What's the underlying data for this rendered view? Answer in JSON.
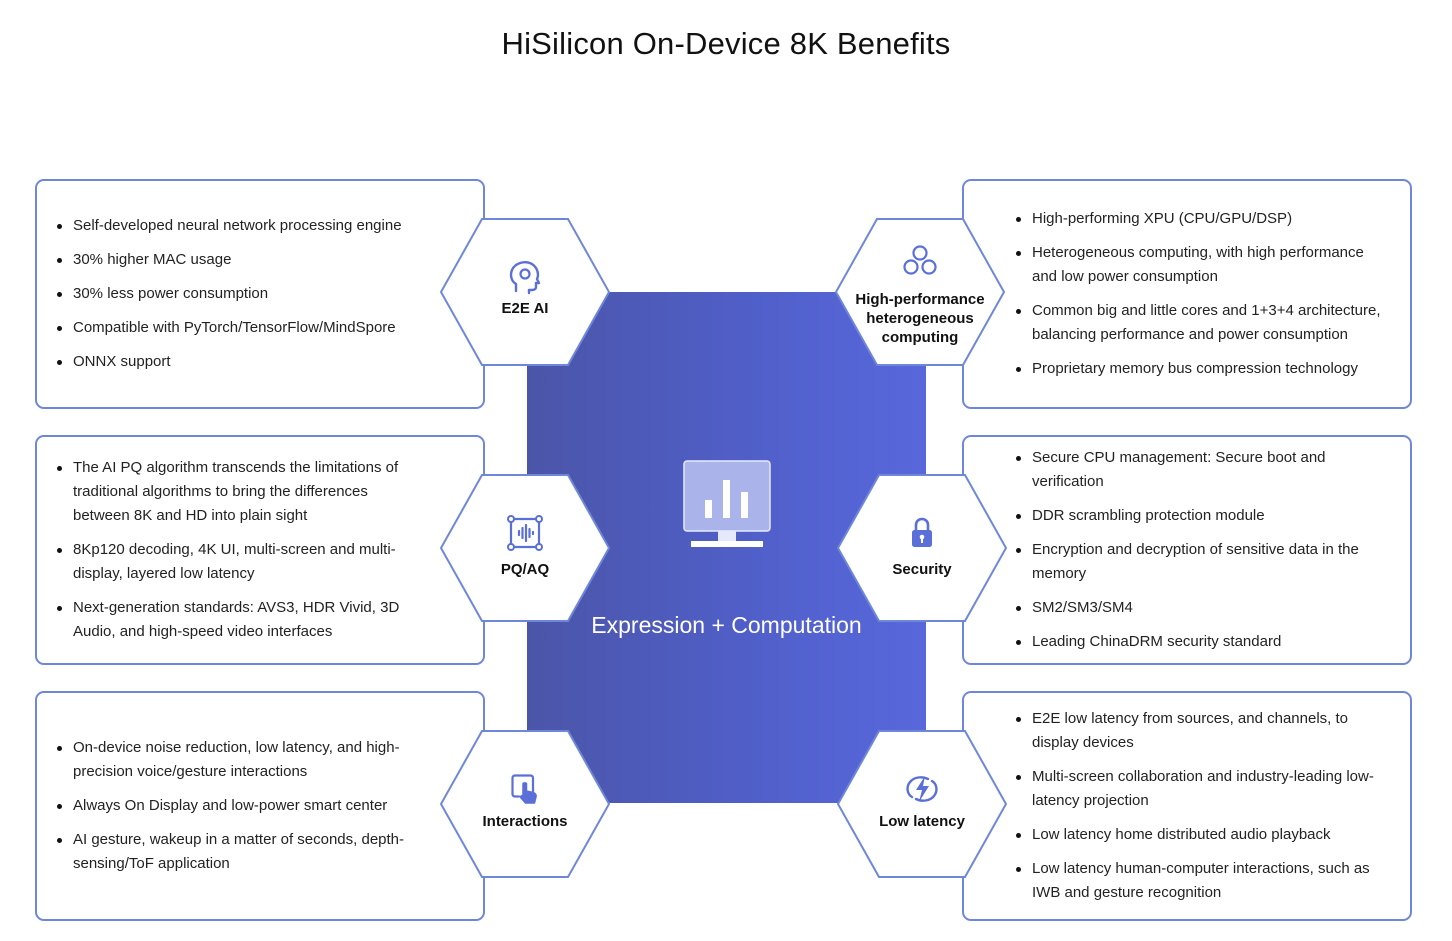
{
  "title": "HiSilicon On-Device 8K Benefits",
  "center": {
    "caption": "Expression + Computation",
    "icon": "monitor-bar-chart-icon"
  },
  "colors": {
    "accent": "#5b6fd8",
    "border": "#6f87d9",
    "center_start": "#4b55a8",
    "center_end": "#5868dc"
  },
  "sections": {
    "e2e_ai": {
      "label": "E2E AI",
      "icon": "ai-head-icon",
      "items": [
        "Self-developed neural network processing engine",
        "30% higher MAC usage",
        "30% less power consumption",
        "Compatible with PyTorch/TensorFlow/MindSpore",
        "ONNX support"
      ]
    },
    "heterogeneous": {
      "label_lines": [
        "High-performance",
        "heterogeneous",
        "computing"
      ],
      "icon": "three-circles-icon",
      "items": [
        "High-performing XPU (CPU/GPU/DSP)",
        "Heterogeneous computing, with high performance and low power consumption",
        "Common big and little cores and 1+3+4 architecture, balancing performance and power consumption",
        "Proprietary memory bus compression technology"
      ]
    },
    "pq_aq": {
      "label": "PQ/AQ",
      "icon": "audio-frame-icon",
      "items": [
        "The AI PQ algorithm transcends the limitations of traditional algorithms to bring the differences between 8K and HD into plain sight",
        "8Kp120 decoding, 4K UI, multi-screen and multi-display, layered low latency",
        "Next-generation standards: AVS3, HDR Vivid, 3D Audio, and high-speed video interfaces"
      ]
    },
    "security": {
      "label": "Security",
      "icon": "lock-icon",
      "items": [
        "Secure CPU management: Secure boot and verification",
        "DDR scrambling protection module",
        "Encryption and decryption of sensitive data in the memory",
        "SM2/SM3/SM4",
        "Leading ChinaDRM security standard"
      ]
    },
    "interactions": {
      "label": "Interactions",
      "icon": "touch-hand-icon",
      "items": [
        "On-device noise reduction, low latency, and high-precision voice/gesture interactions",
        "Always On Display and low-power smart center",
        "AI gesture, wakeup in a matter of seconds, depth-sensing/ToF application"
      ]
    },
    "low_latency": {
      "label": "Low latency",
      "icon": "lightning-icon",
      "items": [
        "E2E low latency from sources, and channels, to display devices",
        "Multi-screen collaboration and industry-leading low-latency projection",
        "Low latency home distributed audio playback",
        "Low latency human-computer interactions, such as IWB and gesture recognition"
      ]
    }
  }
}
